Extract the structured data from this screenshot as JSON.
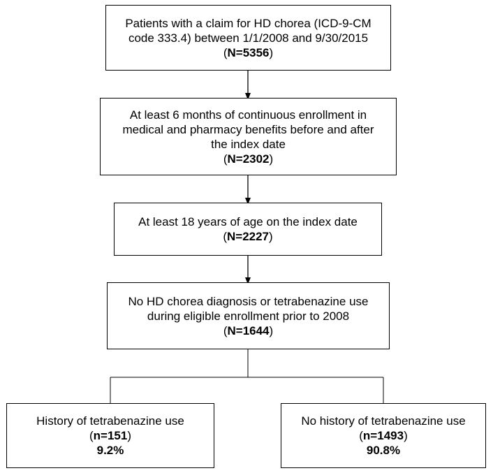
{
  "boxes": [
    {
      "lines": [
        "Patients with a claim for HD chorea (ICD-9-CM",
        "code 333.4) between 1/1/2008 and 9/30/2015"
      ],
      "count_label": "N=5356"
    },
    {
      "lines": [
        "At least 6 months of continuous enrollment in",
        "medical and pharmacy benefits before and after",
        "the index date"
      ],
      "count_label": "N=2302"
    },
    {
      "lines": [
        "At least 18 years of age on the index date"
      ],
      "count_label": "N=2227"
    },
    {
      "lines": [
        "No HD chorea diagnosis or tetrabenazine use",
        "during eligible enrollment prior to 2008"
      ],
      "count_label": "N=1644"
    }
  ],
  "branches": [
    {
      "label": "History of tetrabenazine use",
      "count_label": "n=151",
      "percent": "9.2%"
    },
    {
      "label": "No history of tetrabenazine use",
      "count_label": "n=1493",
      "percent": "90.8%"
    }
  ]
}
